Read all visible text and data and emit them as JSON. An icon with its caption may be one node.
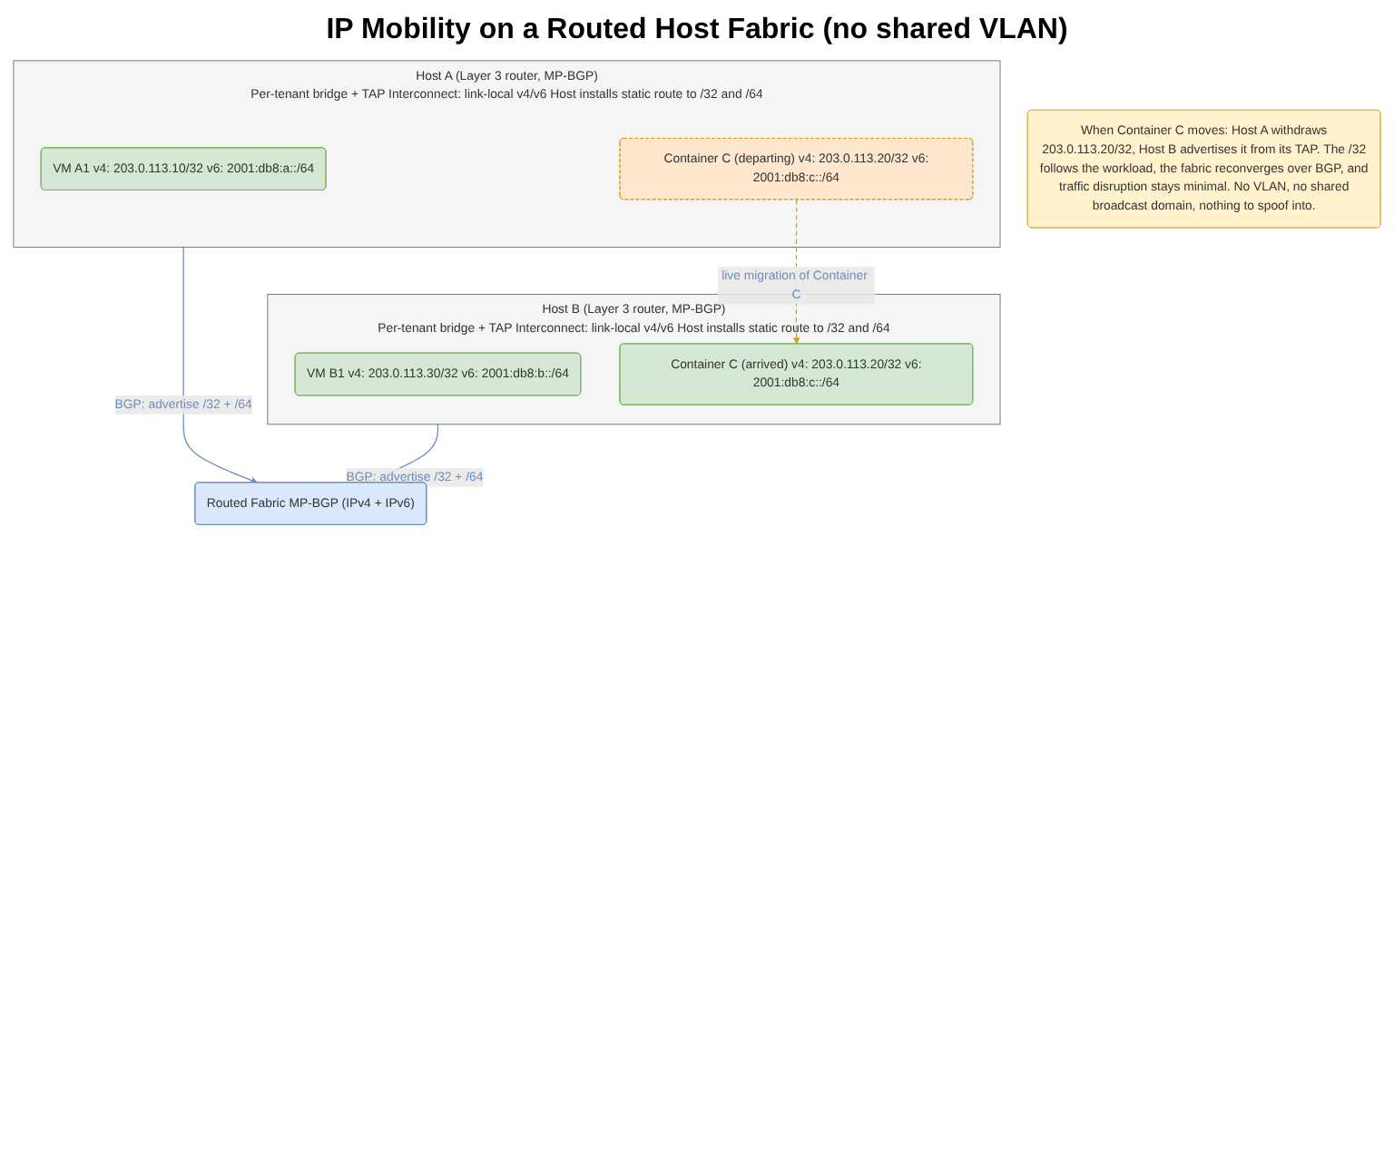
{
  "diagram": {
    "title": "IP Mobility on a Routed Host Fabric (no shared VLAN)",
    "nodes": [
      {
        "text": [
          "Routed Fabric MP-BGP (IPv4 + IPv6)"
        ]
      },
      {
        "text": [
          "Host A (Layer 3 router, MP-BGP)",
          "Per-tenant bridge + TAP Interconnect: link-local v4/v6 Host installs static route to /32 and /64"
        ]
      },
      {
        "text": [
          "VM A1 v4: 203.0.113.10/32 v6: 2001:db8:a::/64"
        ],
        "in": 1
      },
      {
        "text": [
          "Container C (departing) v4: 203.0.113.20/32 v6: 2001:db8:c::/64"
        ],
        "in": 1
      },
      {
        "text": [
          "Host B (Layer 3 router, MP-BGP)",
          "Per-tenant bridge + TAP Interconnect: link-local v4/v6 Host installs static route to /32 and /64"
        ]
      },
      {
        "text": [
          "VM B1 v4: 203.0.113.30/32 v6: 2001:db8:b::/64"
        ],
        "in": 4
      },
      {
        "text": [
          "Container C (arrived) v4: 203.0.113.20/32 v6: 2001:db8:c::/64"
        ],
        "in": 4
      },
      {
        "text": [
          "When Container C moves: Host A withdraws 203.0.113.20/32, Host B advertises it from its TAP. The /32 follows the workload, the fabric reconverges over BGP, and traffic disruption stays minimal. No VLAN, no shared broadcast domain, nothing to spoof into."
        ]
      }
    ],
    "edges": [
      {
        "from": 1,
        "to": 0,
        "arrow": "to",
        "label": "BGP: advertise /32 + /64"
      },
      {
        "from": 4,
        "to": 0,
        "arrow": "to",
        "label": "BGP: advertise /32 + /64"
      },
      {
        "from": 3,
        "to": 6,
        "arrow": "to",
        "label": "live migration of Container C",
        "style": "dashed",
        "color": "#d6a01e"
      }
    ]
  }
}
